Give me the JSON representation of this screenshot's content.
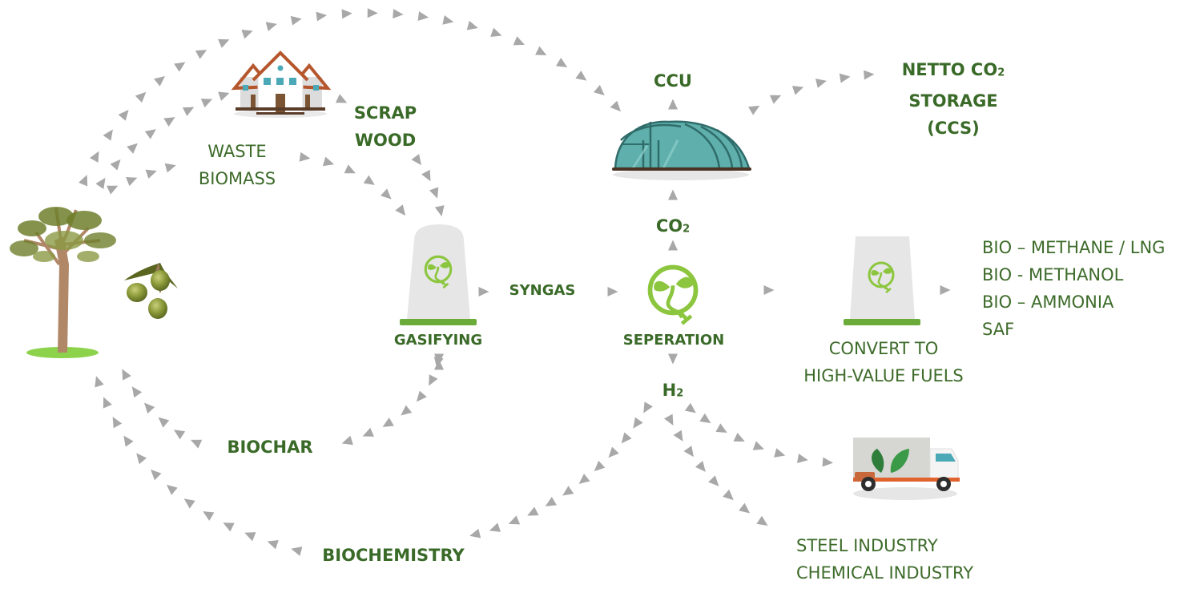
{
  "colors": {
    "text_green": "#3d6b2a",
    "arrow_gray": "#a8a8a8",
    "lime_accent": "#8cc63f",
    "green_bar": "#6aab3a",
    "reactor_gray": "#e6e6e6",
    "greenhouse_teal": "#5fb0ad",
    "roof_brown": "#b5562c"
  },
  "nodes": {
    "waste_biomass": {
      "lines": [
        "WASTE",
        "BIOMASS"
      ]
    },
    "scrap_wood": {
      "lines": [
        "SCRAP",
        "WOOD"
      ]
    },
    "gasifying": {
      "label": "GASIFYING"
    },
    "syngas": {
      "label": "SYNGAS"
    },
    "seperation": {
      "label": "SEPERATION"
    },
    "ccu": {
      "label": "CCU"
    },
    "co2": {
      "base": "CO",
      "sub": "2"
    },
    "h2": {
      "base": "H",
      "sub": "2"
    },
    "netto_storage": {
      "line1_base": "NETTO CO",
      "line1_sub": "2",
      "line2": "STORAGE",
      "line3": "(CCS)"
    },
    "convert": {
      "lines": [
        "CONVERT TO",
        "HIGH-VALUE FUELS"
      ]
    },
    "fuels": {
      "items": [
        "BIO – METHANE / LNG",
        "BIO - METHANOL",
        "BIO – AMMONIA",
        "SAF"
      ]
    },
    "industry": {
      "lines": [
        "STEEL INDUSTRY",
        "CHEMICAL INDUSTRY"
      ]
    },
    "biochar": {
      "label": "BIOCHAR"
    },
    "biochemistry": {
      "label": "BIOCHEMISTRY"
    }
  },
  "icons": {
    "tree": "olive-tree-icon",
    "olives": "olive-branch-icon",
    "house": "house-icon",
    "greenhouse": "greenhouse-icon",
    "reactor": "reactor-icon",
    "sprout": "sprout-cycle-icon",
    "truck": "truck-icon"
  }
}
